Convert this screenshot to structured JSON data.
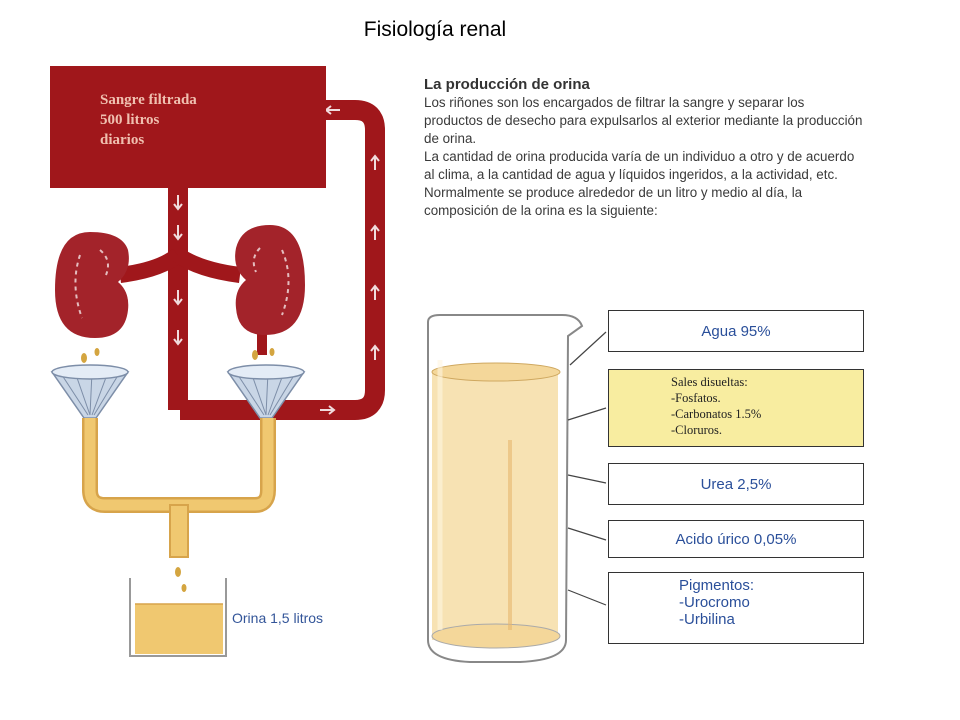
{
  "slide_title": "Fisiología renal",
  "diagram": {
    "blood_box_label": [
      "Sangre filtrada",
      "500 litros",
      "diarios"
    ],
    "urine_label": "Orina 1,5 litros"
  },
  "info": {
    "title": "La producción de orina",
    "paragraph1": "Los riñones son los encargados de filtrar la sangre y separar los productos de desecho para expulsarlos al exterior mediante la producción de orina.",
    "paragraph2": "La cantidad de orina producida varía de un individuo a otro y de acuerdo al clima, a la cantidad de agua y líquidos ingeridos, a la actividad, etc. Normalmente se produce alrededor de un litro y medio al día, la composición de la orina es la siguiente:"
  },
  "composition": {
    "agua": "Agua 95%",
    "sales_lines": [
      "Sales disueltas:",
      "-Fosfatos.",
      "-Carbonatos 1.5%",
      "-Cloruros."
    ],
    "urea": "Urea 2,5%",
    "acido": "Acido úrico 0,05%",
    "pigmentos_lines": [
      "Pigmentos:",
      "-Urocromo",
      "-Urbilina"
    ]
  },
  "colors": {
    "blood": "#a0171b",
    "urine": "#f0c870",
    "sales_bg": "#f8eda0",
    "box_text": "#2a4f9a"
  }
}
